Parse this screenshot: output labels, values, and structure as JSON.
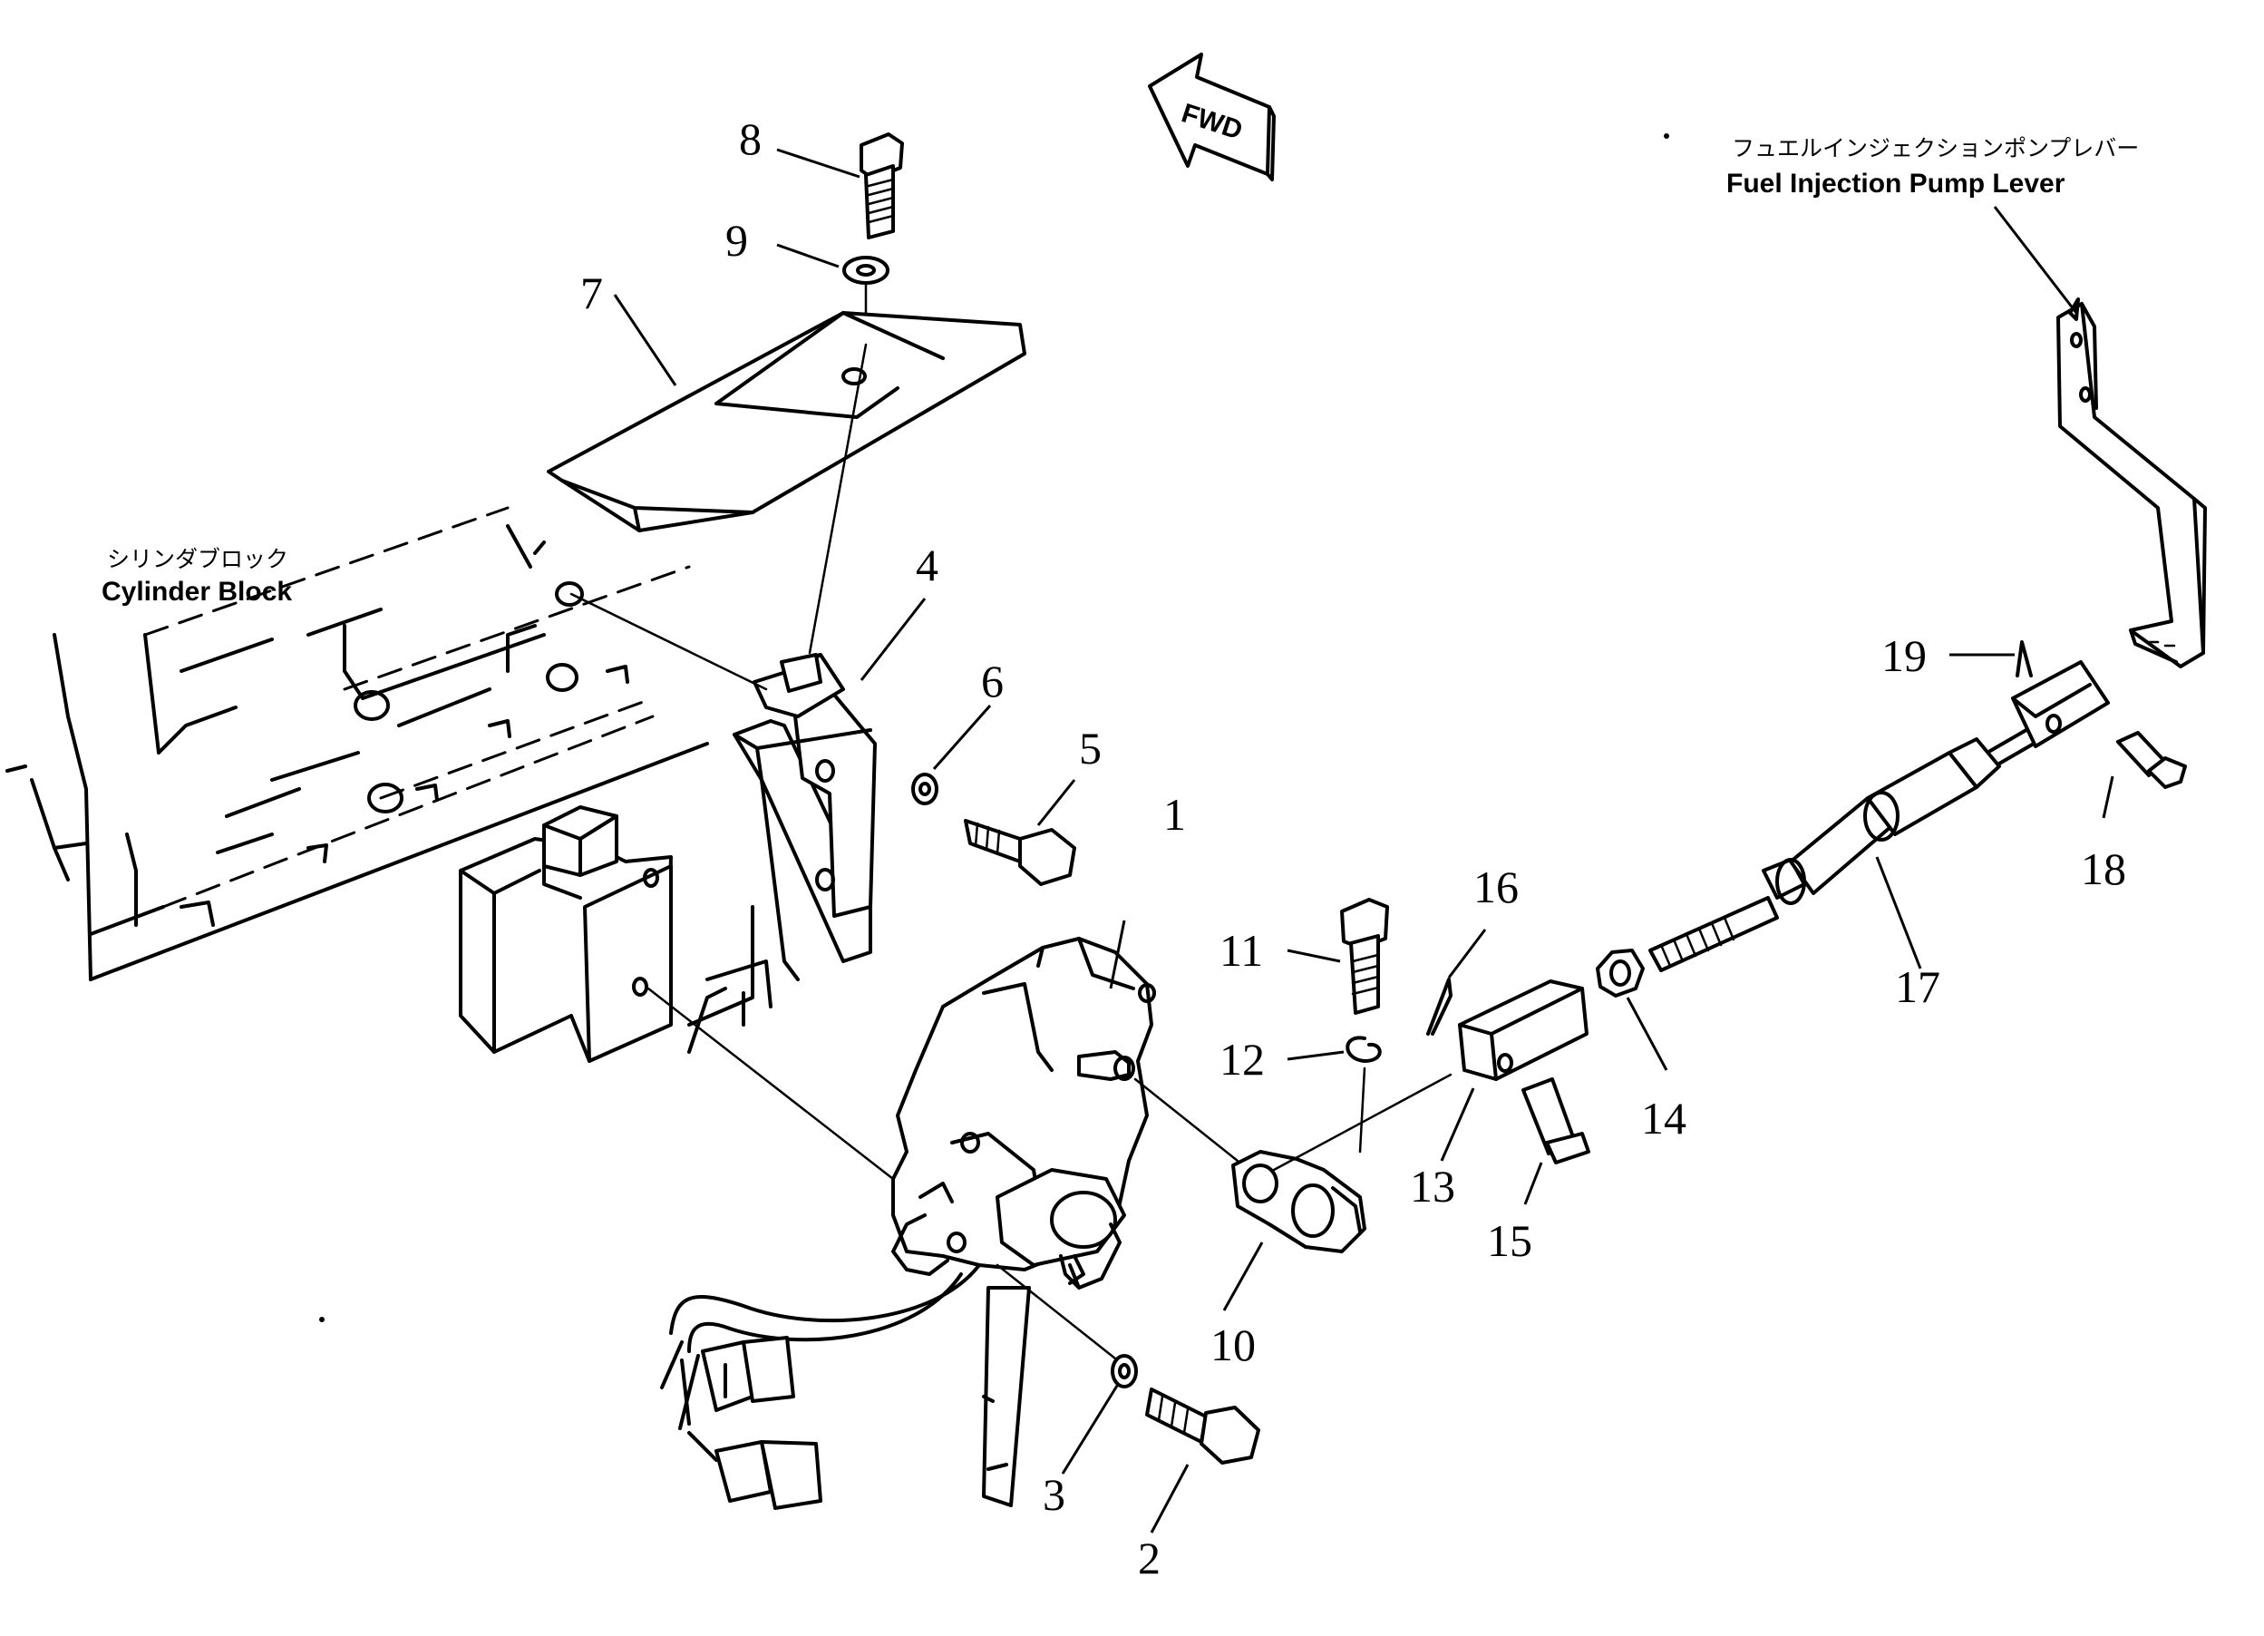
{
  "diagram": {
    "direction_arrow": {
      "label": "FWD"
    },
    "captions": {
      "fuel_pump_lever_jp": "フュエルインジェクションポンプレバー",
      "fuel_pump_lever_en": "Fuel Injection Pump Lever",
      "cylinder_block_jp": "シリンダブロック",
      "cylinder_block_en": "Cylinder Block"
    },
    "callouts": [
      "1",
      "2",
      "3",
      "4",
      "5",
      "6",
      "7",
      "8",
      "9",
      "10",
      "11",
      "12",
      "13",
      "14",
      "15",
      "16",
      "17",
      "18",
      "19"
    ]
  }
}
